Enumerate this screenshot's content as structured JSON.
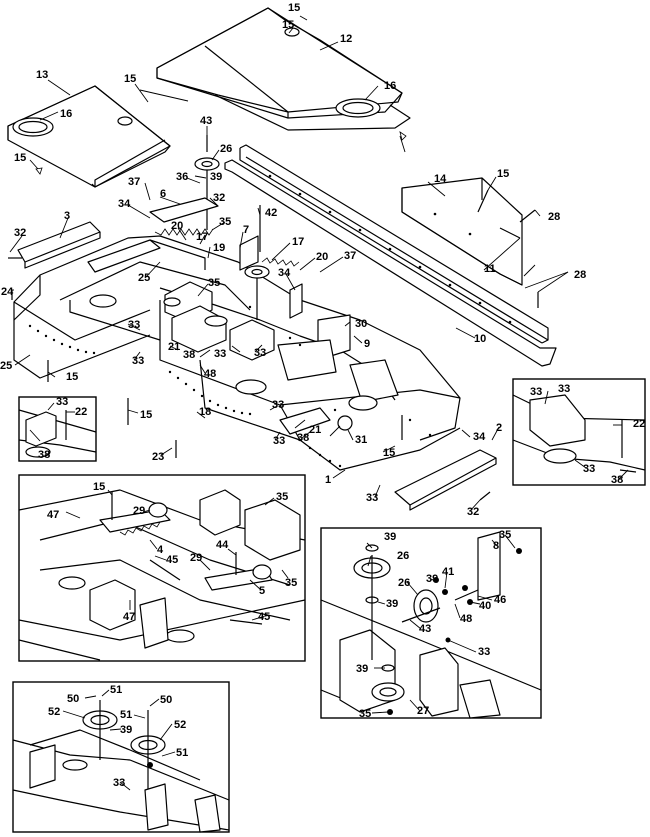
{
  "diagram": {
    "callouts": [
      {
        "id": "c-15a",
        "text": "15"
      },
      {
        "id": "c-12",
        "text": "12"
      },
      {
        "id": "c-15b",
        "text": "15"
      },
      {
        "id": "c-16a",
        "text": "16"
      },
      {
        "id": "c-13",
        "text": "13"
      },
      {
        "id": "c-16b",
        "text": "16"
      },
      {
        "id": "c-15c",
        "text": "15"
      },
      {
        "id": "c-15d",
        "text": "15"
      },
      {
        "id": "c-43",
        "text": "43"
      },
      {
        "id": "c-26a",
        "text": "26"
      },
      {
        "id": "c-36a",
        "text": "36"
      },
      {
        "id": "c-39a",
        "text": "39"
      },
      {
        "id": "c-37a",
        "text": "37"
      },
      {
        "id": "c-6",
        "text": "6"
      },
      {
        "id": "c-32a",
        "text": "32"
      },
      {
        "id": "c-34a",
        "text": "34"
      },
      {
        "id": "c-14",
        "text": "14"
      },
      {
        "id": "c-15e",
        "text": "15"
      },
      {
        "id": "c-42",
        "text": "42"
      },
      {
        "id": "c-28a",
        "text": "28"
      },
      {
        "id": "c-3",
        "text": "3"
      },
      {
        "id": "c-20a",
        "text": "20"
      },
      {
        "id": "c-35a",
        "text": "35"
      },
      {
        "id": "c-7",
        "text": "7"
      },
      {
        "id": "c-32b",
        "text": "32"
      },
      {
        "id": "c-17a",
        "text": "17"
      },
      {
        "id": "c-19",
        "text": "19"
      },
      {
        "id": "c-17b",
        "text": "17"
      },
      {
        "id": "c-20b",
        "text": "20"
      },
      {
        "id": "c-37b",
        "text": "37"
      },
      {
        "id": "c-25a",
        "text": "25"
      },
      {
        "id": "c-34b",
        "text": "34"
      },
      {
        "id": "c-11",
        "text": "11"
      },
      {
        "id": "c-28b",
        "text": "28"
      },
      {
        "id": "c-24",
        "text": "24"
      },
      {
        "id": "c-35b",
        "text": "35"
      },
      {
        "id": "c-33a",
        "text": "33"
      },
      {
        "id": "c-30",
        "text": "30"
      },
      {
        "id": "c-10",
        "text": "10"
      },
      {
        "id": "c-21a",
        "text": "21"
      },
      {
        "id": "c-33b",
        "text": "33"
      },
      {
        "id": "c-33c",
        "text": "33"
      },
      {
        "id": "c-9",
        "text": "9"
      },
      {
        "id": "c-25b",
        "text": "25"
      },
      {
        "id": "c-33d",
        "text": "33"
      },
      {
        "id": "c-38a",
        "text": "38"
      },
      {
        "id": "c-15f",
        "text": "15"
      },
      {
        "id": "c-48a",
        "text": "48"
      },
      {
        "id": "c-33e",
        "text": "33"
      },
      {
        "id": "c-22a",
        "text": "22"
      },
      {
        "id": "c-15g",
        "text": "15"
      },
      {
        "id": "c-18",
        "text": "18"
      },
      {
        "id": "c-33f",
        "text": "33"
      },
      {
        "id": "c-33g",
        "text": "33"
      },
      {
        "id": "c-38b",
        "text": "38"
      },
      {
        "id": "c-33h",
        "text": "33"
      },
      {
        "id": "c-21b",
        "text": "21"
      },
      {
        "id": "c-38c",
        "text": "38"
      },
      {
        "id": "c-23",
        "text": "23"
      },
      {
        "id": "c-31",
        "text": "31"
      },
      {
        "id": "c-15h",
        "text": "15"
      },
      {
        "id": "c-34c",
        "text": "34"
      },
      {
        "id": "c-2",
        "text": "2"
      },
      {
        "id": "c-1",
        "text": "1"
      },
      {
        "id": "c-33i",
        "text": "33"
      },
      {
        "id": "c-32c",
        "text": "32"
      },
      {
        "id": "c-33j",
        "text": "33"
      },
      {
        "id": "c-22b",
        "text": "22"
      },
      {
        "id": "c-33k",
        "text": "33"
      },
      {
        "id": "c-38d",
        "text": "38"
      },
      {
        "id": "c-15i",
        "text": "15"
      },
      {
        "id": "c-35c",
        "text": "35"
      },
      {
        "id": "c-47a",
        "text": "47"
      },
      {
        "id": "c-29a",
        "text": "29"
      },
      {
        "id": "c-4",
        "text": "4"
      },
      {
        "id": "c-44",
        "text": "44"
      },
      {
        "id": "c-45a",
        "text": "45"
      },
      {
        "id": "c-29b",
        "text": "29"
      },
      {
        "id": "c-35d",
        "text": "35"
      },
      {
        "id": "c-5",
        "text": "5"
      },
      {
        "id": "c-47b",
        "text": "47"
      },
      {
        "id": "c-45b",
        "text": "45"
      },
      {
        "id": "c-39b",
        "text": "39"
      },
      {
        "id": "c-35e",
        "text": "35"
      },
      {
        "id": "c-8",
        "text": "8"
      },
      {
        "id": "c-26b",
        "text": "26"
      },
      {
        "id": "c-26c",
        "text": "26"
      },
      {
        "id": "c-39c",
        "text": "39"
      },
      {
        "id": "c-41",
        "text": "41"
      },
      {
        "id": "c-39d",
        "text": "39"
      },
      {
        "id": "c-46",
        "text": "46"
      },
      {
        "id": "c-40",
        "text": "40"
      },
      {
        "id": "c-43b",
        "text": "43"
      },
      {
        "id": "c-48b",
        "text": "48"
      },
      {
        "id": "c-33l",
        "text": "33"
      },
      {
        "id": "c-39e",
        "text": "39"
      },
      {
        "id": "c-35f",
        "text": "35"
      },
      {
        "id": "c-27",
        "text": "27"
      },
      {
        "id": "c-50a",
        "text": "50"
      },
      {
        "id": "c-51a",
        "text": "51"
      },
      {
        "id": "c-50b",
        "text": "50"
      },
      {
        "id": "c-52a",
        "text": "52"
      },
      {
        "id": "c-51b",
        "text": "51"
      },
      {
        "id": "c-52b",
        "text": "52"
      },
      {
        "id": "c-39f",
        "text": "39"
      },
      {
        "id": "c-51c",
        "text": "51"
      },
      {
        "id": "c-33m",
        "text": "33"
      }
    ]
  }
}
